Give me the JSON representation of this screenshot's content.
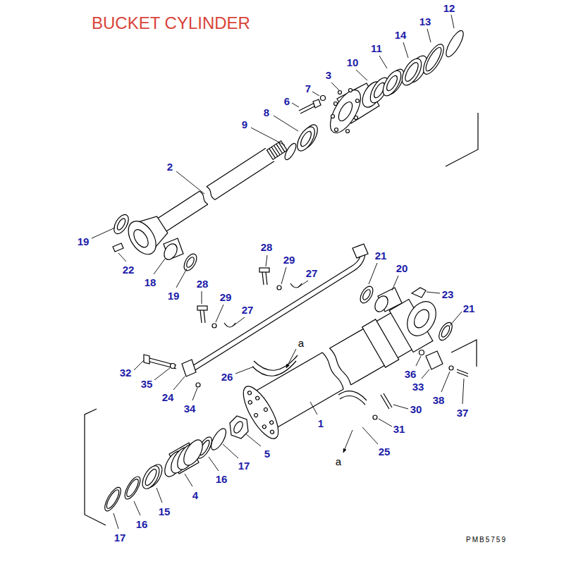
{
  "diagram": {
    "title": "BUCKET CYLINDER",
    "labels": [
      "12",
      "13",
      "14",
      "11",
      "10",
      "3",
      "7",
      "6",
      "8",
      "9",
      "2",
      "19",
      "22",
      "18",
      "19",
      "28",
      "29",
      "27",
      "21",
      "20",
      "23",
      "21",
      "28",
      "29",
      "27",
      "a",
      "26",
      "32",
      "35",
      "24",
      "34",
      "36",
      "33",
      "38",
      "37",
      "30",
      "31",
      "25",
      "a",
      "1",
      "5",
      "17",
      "16",
      "4",
      "15",
      "16",
      "17",
      "PMB5759"
    ]
  }
}
